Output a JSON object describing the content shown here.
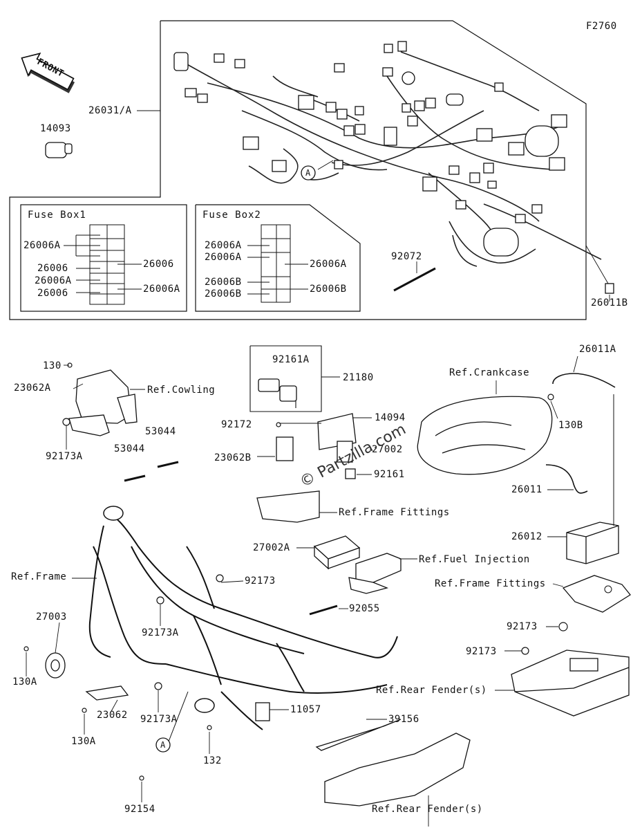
{
  "figure_code": "F2760",
  "front_label": "FRONT",
  "watermark": "© Partzilla.com",
  "circle_ref": "A",
  "fuse_box_1": {
    "title": "Fuse Box1",
    "left_labels": [
      "26006A",
      "26006",
      "26006A",
      "26006"
    ],
    "right_labels": [
      "26006",
      "26006A"
    ]
  },
  "fuse_box_2": {
    "title": "Fuse Box2",
    "left_labels": [
      "26006A",
      "26006A",
      "26006B",
      "26006B"
    ],
    "right_labels": [
      "26006A",
      "26006B"
    ]
  },
  "part_labels": {
    "p26031A": "26031/A",
    "p14093": "14093",
    "p92072": "92072",
    "p26011B": "26011B",
    "p130": "130",
    "p23062A": "23062A",
    "p92173A_1": "92173A",
    "p53044_1": "53044",
    "p53044_2": "53044",
    "p92161A": "92161A",
    "p21180": "21180",
    "p92172": "92172",
    "p14094": "14094",
    "p27002": "27002",
    "p23062B": "23062B",
    "p92161": "92161",
    "p26011A": "26011A",
    "p130B": "130B",
    "p26011": "26011",
    "p26012": "26012",
    "p27002A": "27002A",
    "p92173_1": "92173",
    "p27003": "27003",
    "p92055": "92055",
    "p92173A_2": "92173A",
    "p130A_1": "130A",
    "p92173_2": "92173",
    "p92173_3": "92173",
    "p11057": "11057",
    "p92173A_3": "92173A",
    "p23062": "23062",
    "p130A_2": "130A",
    "p39156": "39156",
    "p132": "132",
    "p92154": "92154"
  },
  "ref_labels": {
    "cowling": "Ref.Cowling",
    "crankcase": "Ref.Crankcase",
    "frame_fittings_1": "Ref.Frame Fittings",
    "fuel_injection": "Ref.Fuel Injection",
    "frame": "Ref.Frame",
    "frame_fittings_2": "Ref.Frame Fittings",
    "rear_fender_1": "Ref.Rear Fender(s)",
    "rear_fender_2": "Ref.Rear Fender(s)"
  }
}
